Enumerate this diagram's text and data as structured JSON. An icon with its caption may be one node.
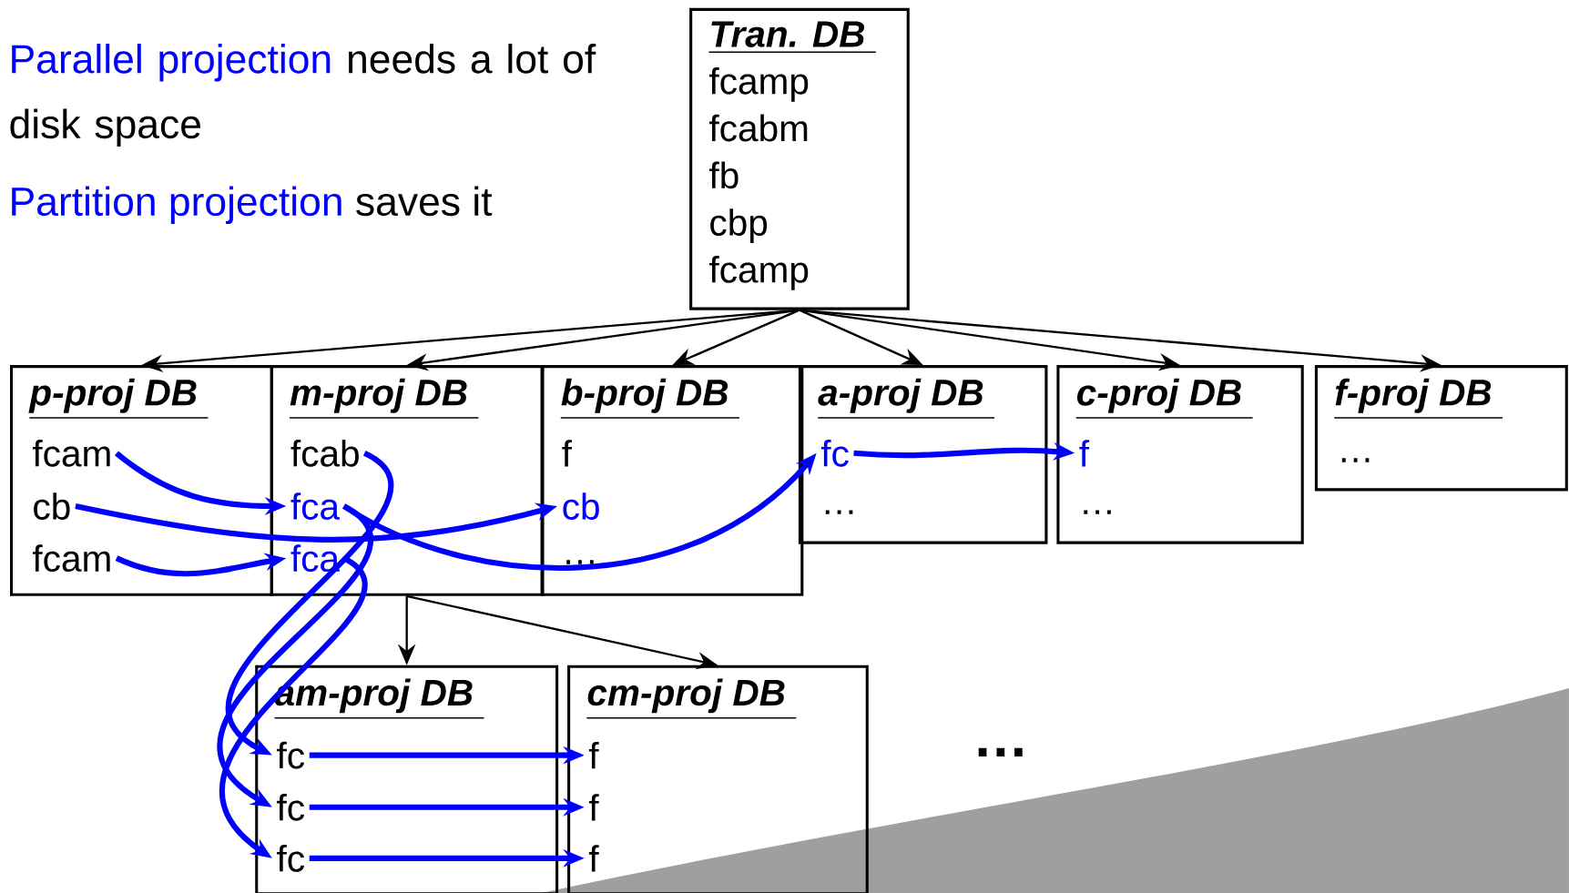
{
  "diagram": {
    "nodes": [
      {
        "text": [
          "Tran. DB",
          "fcamp",
          "fcabm",
          "fb",
          "cbp",
          "fcamp"
        ]
      },
      {
        "text": [
          "p-proj DB"
        ]
      },
      {
        "text": [
          "m-proj DB"
        ]
      },
      {
        "text": [
          "b-proj DB"
        ]
      },
      {
        "text": [
          "a-proj DB"
        ]
      },
      {
        "text": [
          "c-proj DB"
        ]
      },
      {
        "text": [
          "f-proj DB"
        ]
      },
      {
        "text": [
          "fcam"
        ],
        "in": 1
      },
      {
        "text": [
          "cb"
        ],
        "in": 1
      },
      {
        "text": [
          "fcam"
        ],
        "in": 1
      },
      {
        "text": [
          "fcab"
        ],
        "in": 2
      },
      {
        "text": [
          "fca"
        ],
        "in": 2
      },
      {
        "text": [
          "fca"
        ],
        "in": 2
      },
      {
        "text": [
          "f"
        ],
        "in": 3
      },
      {
        "text": [
          "cb"
        ],
        "in": 3
      },
      {
        "text": [
          "…"
        ],
        "in": 3
      },
      {
        "text": [
          "fc"
        ],
        "in": 4
      },
      {
        "text": [
          "…"
        ],
        "in": 4
      },
      {
        "text": [
          "f"
        ],
        "in": 5
      },
      {
        "text": [
          "…"
        ],
        "in": 5
      },
      {
        "text": [
          "…"
        ],
        "in": 6
      },
      {
        "text": [
          "am-proj DB"
        ]
      },
      {
        "text": [
          "cm-proj DB"
        ]
      },
      {
        "text": [
          "fc"
        ],
        "in": 21
      },
      {
        "text": [
          "fc"
        ],
        "in": 21
      },
      {
        "text": [
          "fc"
        ],
        "in": 21
      },
      {
        "text": [
          "f"
        ],
        "in": 22
      },
      {
        "text": [
          "f"
        ],
        "in": 22
      },
      {
        "text": [
          "f"
        ],
        "in": 22
      }
    ],
    "edges": [
      {
        "from": 0,
        "to": 1,
        "arrow": "to",
        "color": "#000000"
      },
      {
        "from": 0,
        "to": 2,
        "arrow": "to",
        "color": "#000000"
      },
      {
        "from": 0,
        "to": 3,
        "arrow": "to",
        "color": "#000000"
      },
      {
        "from": 0,
        "to": 4,
        "arrow": "to",
        "color": "#000000"
      },
      {
        "from": 0,
        "to": 5,
        "arrow": "to",
        "color": "#000000"
      },
      {
        "from": 0,
        "to": 6,
        "arrow": "to",
        "color": "#000000"
      },
      {
        "from": 2,
        "to": 21,
        "arrow": "to",
        "color": "#000000"
      },
      {
        "from": 2,
        "to": 22,
        "arrow": "to",
        "color": "#000000"
      },
      {
        "from": 7,
        "to": 11,
        "arrow": "to"
      },
      {
        "from": 8,
        "to": 14,
        "arrow": "to"
      },
      {
        "from": 9,
        "to": 12,
        "arrow": "to"
      },
      {
        "from": 11,
        "to": 16,
        "arrow": "to"
      },
      {
        "from": 16,
        "to": 18,
        "arrow": "to"
      },
      {
        "from": 10,
        "to": 23,
        "arrow": "to"
      },
      {
        "from": 11,
        "to": 24,
        "arrow": "to"
      },
      {
        "from": 12,
        "to": 25,
        "arrow": "to"
      },
      {
        "from": 23,
        "to": 26,
        "arrow": "to"
      },
      {
        "from": 24,
        "to": 27,
        "arrow": "to"
      },
      {
        "from": 25,
        "to": 28,
        "arrow": "to"
      }
    ],
    "labels": [
      "Parallel projection",
      "needs a lot of disk space",
      "Partition projection",
      "saves it",
      "…"
    ]
  }
}
